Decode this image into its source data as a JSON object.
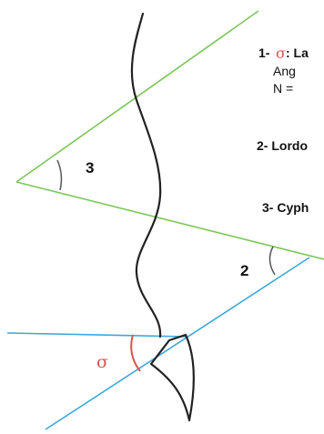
{
  "annotations": {
    "sigma_symbol": "σ",
    "angle_3_number": "3",
    "angle_2_number": "2"
  },
  "legend": {
    "item1": {
      "number": "1-",
      "symbol": "σ",
      "rest": ": La",
      "line2": "Ang",
      "line3": "N ="
    },
    "item2": {
      "text": "2- Lordo"
    },
    "item3": {
      "text": "3- Cyph"
    }
  },
  "colors": {
    "green_line": "#7dc55a",
    "blue_line": "#3aa8d8",
    "spine": "#222222",
    "angle_arc": "#555555",
    "sigma_arc": "#d9534f"
  }
}
